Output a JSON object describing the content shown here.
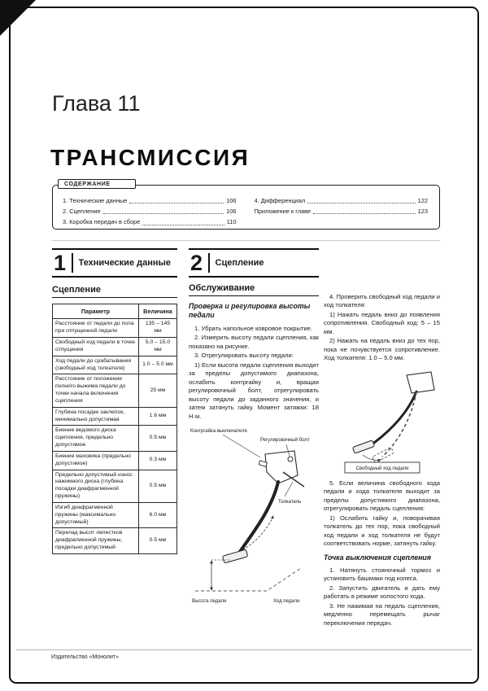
{
  "page": {
    "chapter": "Глава 11",
    "title": "ТРАНСМИССИЯ",
    "footer": "Издательство «Монолит»"
  },
  "contents": {
    "title": "СОДЕРЖАНИЕ",
    "left": [
      {
        "label": "1.  Технические данные",
        "page": "106"
      },
      {
        "label": "2.  Сцепление",
        "page": "106"
      },
      {
        "label": "3.  Коробка передач в сборе",
        "page": "110"
      }
    ],
    "right": [
      {
        "label": "4.  Дифференциал",
        "page": "122"
      },
      {
        "label": "Приложение к главе",
        "page": "123"
      }
    ]
  },
  "section1": {
    "num": "1",
    "title": "Технические данные"
  },
  "section2": {
    "num": "2",
    "title": "Сцепление"
  },
  "spec_table": {
    "title": "Сцепление",
    "col_param": "Параметр",
    "col_value": "Величина",
    "rows": [
      {
        "param": "Расстояние от педали до пола при отпущенной педали",
        "value": "135 – 145 мм"
      },
      {
        "param": "Свободный ход педали в точке отпущения",
        "value": "5.0 – 15.0 мм"
      },
      {
        "param": "Ход педали до срабатывания (свободный ход толкателя)",
        "value": "1.0 – 5.0 мм"
      },
      {
        "param": "Расстояние от положения полного выжима педали до точки начала включения сцепления",
        "value": "25 мм"
      },
      {
        "param": "Глубина посадки заклепок, минимально допустимая",
        "value": "1.6 мм"
      },
      {
        "param": "Биение ведомого диска сцепления, предельно допустимое",
        "value": "0.5 мм"
      },
      {
        "param": "Биение маховика (предельно допустимое)",
        "value": "0.3 мм"
      },
      {
        "param": "Предельно допустимый износ нажимного диска (глубина посадки диафрагменной пружины)",
        "value": "0.5 мм"
      },
      {
        "param": "Изгиб диафрагменной пружины (максимально допустимый)",
        "value": "6.0 мм"
      },
      {
        "param": "Перепад высот лепестков диафрагменной пружины, предельно допустимый",
        "value": "0.5 мм"
      }
    ]
  },
  "service": {
    "title": "Обслуживание",
    "check_title": "Проверка и регулировка высоты педали",
    "col1": [
      "1.  Убрать напольное ковровое покрытие.",
      "2.  Измерить высоту педали сцепления, как показано на рисунке.",
      "3.  Отрегулировать высоту педали:",
      "1) Если высота педали сцепления выходит за пределы допустимого диапазона, ослабить контргайку и, вращая регулировочный болт, отрегулировать высоту педали до заданного значения, и затем затянуть гайку. Момент затяжки: 18 Н·м."
    ],
    "col2_top": [
      "4.  Проверить свободный ход педали и ход толкателя:",
      "1) Нажать педаль вниз до появления сопротивления. Свободный ход: 5 – 15 мм.",
      "2) Нажать на педаль вниз до тех пор, пока не почувствуется сопротивление. Ход толкателя: 1.0 – 5.0 мм."
    ],
    "col2_after_fig": [
      "5.  Если величина свободного хода педали и хода толкателя выходит за пределы допустимого диапазона, отрегулировать педаль сцепления:",
      "1) Ослабить гайку и, поворачивая толкатель до тех пор, пока свободный ход педали и ход толкателя не будут соответствовать норме, затянуть гайку."
    ],
    "release_title": "Точка выключения сцепления",
    "col2_release": [
      "1.  Натянуть стояночный тормоз и установить башмаки под колеса.",
      "2.  Запустить двигатель и дать ему работать в режиме холостого хода.",
      "3.  Не нажимая на педаль сцепления, медленно перемещать рычаг переключения передач."
    ]
  },
  "figure_pedal": {
    "label_switch_locknut": "Контргайка выключателя",
    "label_adjust_bolt": "Регулировочный болт",
    "label_pushrod": "Толкатель",
    "label_height": "Высота педали",
    "label_travel": "Ход педали"
  },
  "figure_freeplay": {
    "caption": "Свободный ход педали"
  }
}
